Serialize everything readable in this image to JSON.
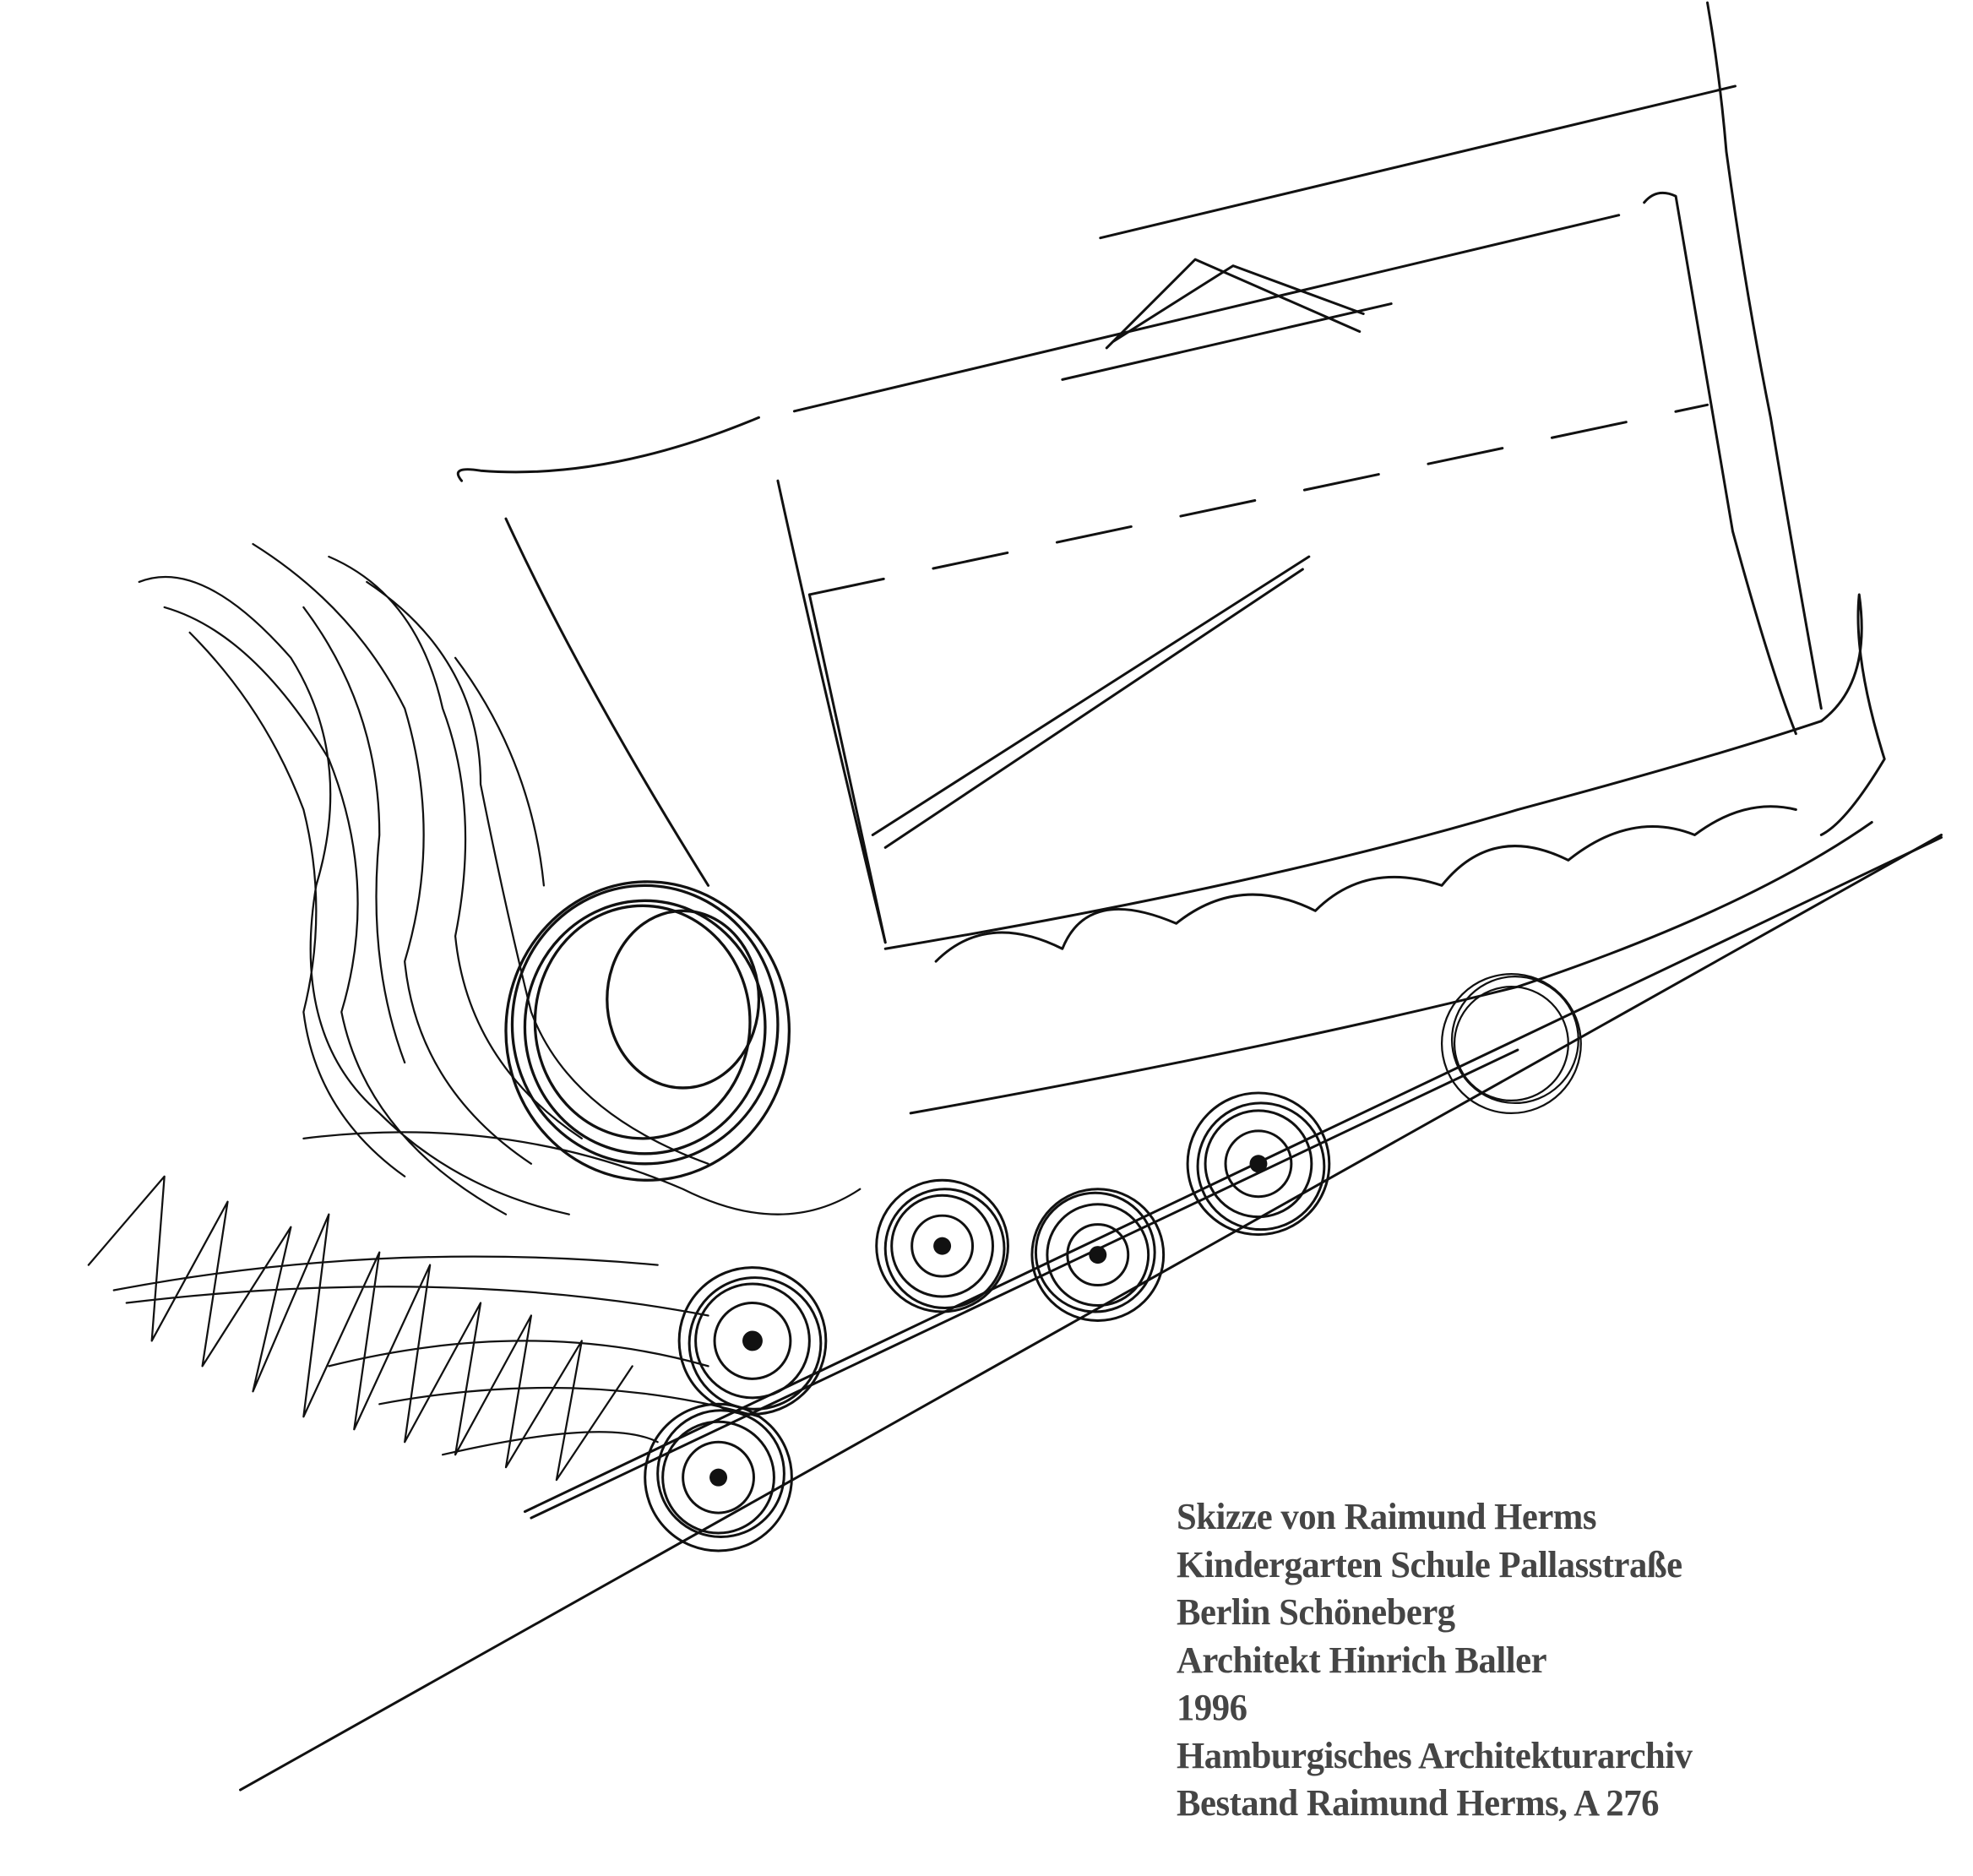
{
  "caption": {
    "lines": [
      "Skizze von Raimund Herms",
      "Kindergarten Schule Pallasstraße",
      "Berlin Schöneberg",
      "Architekt Hinrich Baller",
      "1996",
      "Hamburgisches Architekturarchiv",
      "Bestand Raimund Herms, A 276"
    ]
  },
  "colors": {
    "ink": "#111111",
    "caption": "#454545",
    "paper": "#ffffff"
  }
}
